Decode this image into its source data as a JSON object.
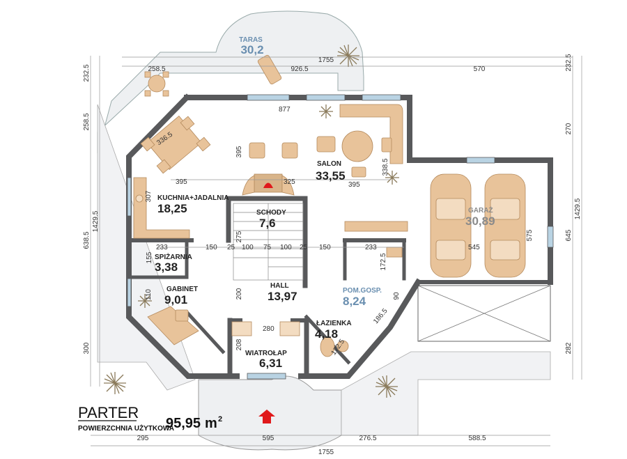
{
  "rooms": {
    "taras": {
      "name": "TARAS",
      "area": "30,2"
    },
    "salon": {
      "name": "SALON",
      "area": "33,55"
    },
    "kuchnia": {
      "name": "KUCHNIA+JADALNIA",
      "area": "18,25"
    },
    "schody": {
      "name": "SCHODY",
      "area": "7,6"
    },
    "garaz": {
      "name": "GARAŻ",
      "area": "30,89"
    },
    "spizarnia": {
      "name": "SPIŻARNIA",
      "area": "3,38"
    },
    "gabinet": {
      "name": "GABINET",
      "area": "9,01"
    },
    "hall": {
      "name": "HALL",
      "area": "13,97"
    },
    "pomgosp": {
      "name": "POM.GOSP.",
      "area": "8,24"
    },
    "lazienka": {
      "name": "ŁAZIENKA",
      "area": "4,18"
    },
    "wiatrolap": {
      "name": "WIATROŁAP",
      "area": "6,31"
    }
  },
  "dimensions": {
    "top": [
      "1755",
      "258.5",
      "926.5",
      "570"
    ],
    "bottom": [
      "295",
      "595",
      "276.5",
      "588.5",
      "1755"
    ],
    "left": [
      "232.5",
      "258.5",
      "1429.5",
      "638.5",
      "300"
    ],
    "right": [
      "232.5",
      "270",
      "1429.5",
      "645",
      "282"
    ],
    "interior": [
      "877",
      "336.5",
      "395",
      "395",
      "325",
      "395",
      "338.5",
      "307",
      "275",
      "233",
      "150",
      "25",
      "100",
      "75",
      "100",
      "25",
      "150",
      "233",
      "545",
      "575",
      "155",
      "172.5",
      "110",
      "200",
      "280",
      "208",
      "186.5",
      "90",
      "172.5"
    ]
  },
  "legend": {
    "title": "PARTER",
    "subtitle": "POWIERZCHNIA UŻYTKOWA",
    "area": "95,95",
    "unit": "m",
    "unit_sup": "2"
  },
  "colors": {
    "wall": "#58595b",
    "outline": "#666666",
    "terrace": "#eef0f2",
    "furniture": "#e8c39a",
    "furniture_stroke": "#b48a5d",
    "entrance_arrow": "#e0191b",
    "window": "#b9d3e3"
  }
}
